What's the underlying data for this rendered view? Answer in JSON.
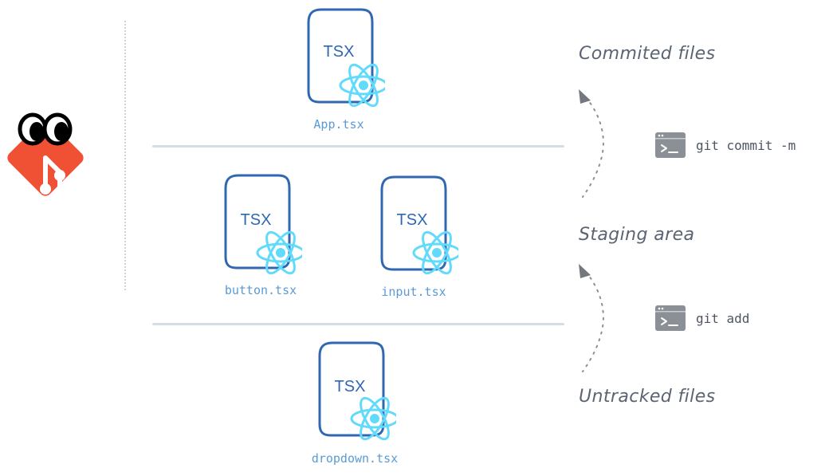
{
  "files": {
    "committed": [
      {
        "badge": "TSX",
        "name": "App.tsx"
      }
    ],
    "staged": [
      {
        "badge": "TSX",
        "name": "button.tsx"
      },
      {
        "badge": "TSX",
        "name": "input.tsx"
      }
    ],
    "untracked": [
      {
        "badge": "TSX",
        "name": "dropdown.tsx"
      }
    ]
  },
  "stages": {
    "committed_label": "Commited files",
    "staging_label": "Staging area",
    "untracked_label": "Untracked files"
  },
  "commands": {
    "commit": "git commit -m",
    "add": "git add"
  },
  "icons": {
    "logo": "git-logo-icon",
    "eyes": "googly-eyes-icon",
    "file": "tsx-file-icon",
    "react": "react-icon",
    "terminal": "terminal-icon",
    "arrow": "dotted-arrow-up-icon"
  },
  "colors": {
    "git_orange": "#f05033",
    "file_border": "#2f67b1",
    "react_cyan": "#61dafb",
    "label_blue": "#5b9bd5",
    "stage_text": "#5b6473",
    "separator": "#d6dde6",
    "terminal_gray": "#8b9097"
  }
}
